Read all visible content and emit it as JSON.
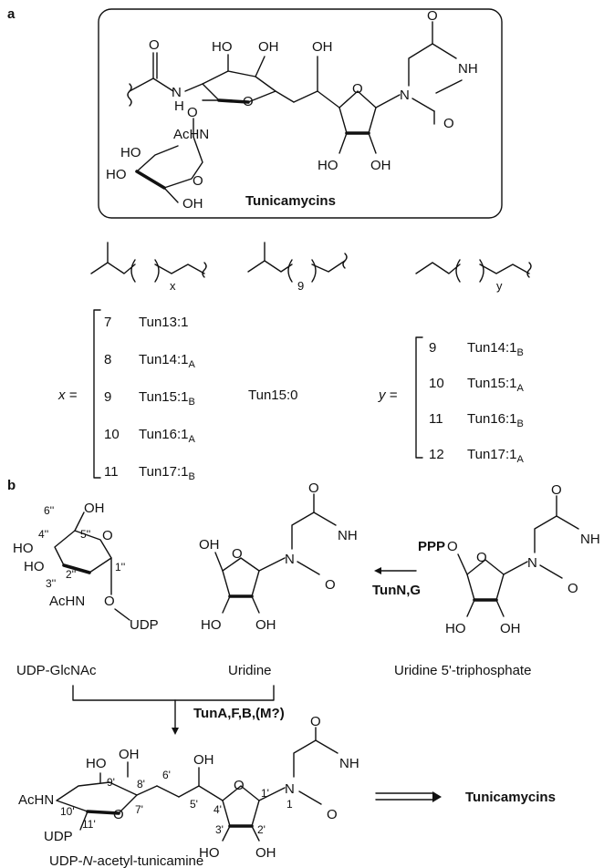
{
  "panels": {
    "a": "a",
    "b": "b"
  },
  "tunicamycins_box": {
    "title": "Tunicamycins",
    "labels": {
      "O": "O",
      "H": "H",
      "N": "N",
      "HO": "HO",
      "OH": "OH",
      "AcHN": "AcHN",
      "NH": "NH"
    }
  },
  "side_chains": {
    "x_sub": "x",
    "nine_sub": "9",
    "y_sub": "y"
  },
  "x_table": {
    "label": "x =",
    "rows": [
      {
        "n": "7",
        "name": "Tun13:1",
        "sub": ""
      },
      {
        "n": "8",
        "name": "Tun14:1",
        "sub": "A"
      },
      {
        "n": "9",
        "name": "Tun15:1",
        "sub": "B"
      },
      {
        "n": "10",
        "name": "Tun16:1",
        "sub": "A"
      },
      {
        "n": "11",
        "name": "Tun17:1",
        "sub": "B"
      }
    ]
  },
  "middle_compound": "Tun15:0",
  "y_table": {
    "label": "y =",
    "rows": [
      {
        "n": "9",
        "name": "Tun14:1",
        "sub": "B"
      },
      {
        "n": "10",
        "name": "Tun15:1",
        "sub": "A"
      },
      {
        "n": "11",
        "name": "Tun16:1",
        "sub": "B"
      },
      {
        "n": "12",
        "name": "Tun17:1",
        "sub": "A"
      }
    ]
  },
  "panel_b": {
    "udp_glcnac": {
      "name": "UDP-GlcNAc",
      "labels": {
        "six": "6''",
        "OH": "OH",
        "four": "4''",
        "five": "5''",
        "O": "O",
        "HO1": "HO",
        "HO2": "HO",
        "one": "1''",
        "three": "3''",
        "two": "2''",
        "AcHN": "AcHN",
        "O2": "O",
        "UDP": "UDP"
      }
    },
    "uridine": {
      "name": "Uridine",
      "labels": {
        "OH": "OH",
        "O": "O",
        "N": "N",
        "NH": "NH",
        "HO": "HO"
      }
    },
    "utp": {
      "name": "Uridine 5'-triphosphate",
      "labels": {
        "PPP": "PPP",
        "O": "O",
        "N": "N",
        "NH": "NH",
        "HO": "HO",
        "OH": "OH"
      }
    },
    "enzyme_ng": "TunN,G",
    "enzyme_afb": "TunA,F,B,(M?)",
    "product": {
      "name": "UDP-N-acetyl-tunicamine",
      "name_pre": "UDP-",
      "name_it": "N",
      "name_post": "-acetyl-tunicamine",
      "labels": {
        "HO": "HO",
        "OH": "OH",
        "AcHN": "AcHN",
        "n9": "9'",
        "n8": "8'",
        "n6": "6'",
        "n10": "10'",
        "n7": "7'",
        "n5": "5'",
        "n4": "4'",
        "n1p": "1'",
        "n1": "1",
        "n11": "11'",
        "n3": "3'",
        "n2": "2'",
        "UDP": "UDP",
        "O": "O",
        "N": "N",
        "NH": "NH"
      }
    },
    "final_product": "Tunicamycins"
  }
}
